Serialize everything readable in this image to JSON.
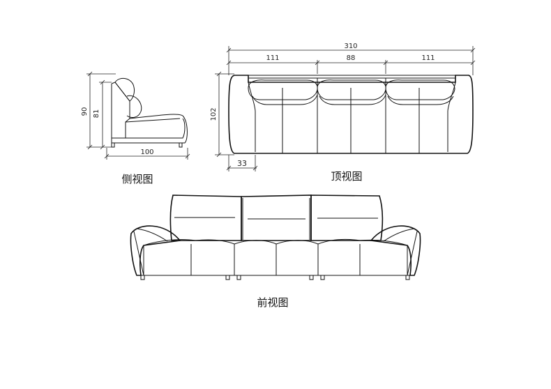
{
  "views": {
    "side": {
      "label": "侧视图",
      "dims": {
        "height_total": "90",
        "height_back": "81",
        "depth": "100"
      }
    },
    "top": {
      "label": "顶视图",
      "dims": {
        "width_total": "310",
        "seg_left": "111",
        "seg_mid": "88",
        "seg_right": "111",
        "depth": "102",
        "arm_width": "33"
      }
    },
    "front": {
      "label": "前视图"
    }
  }
}
